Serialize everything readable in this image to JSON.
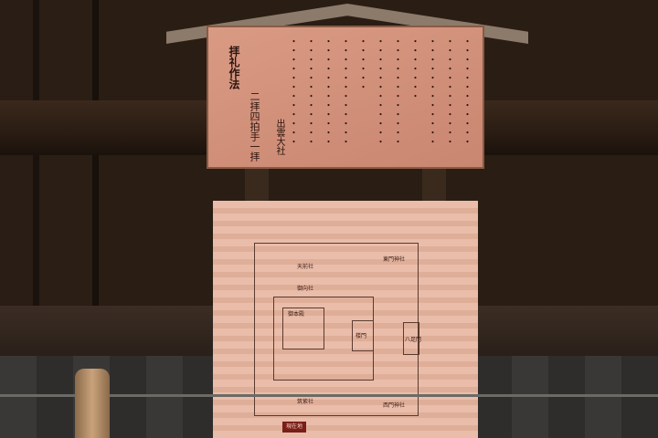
{
  "notice": {
    "title": "拝礼作法",
    "subtitle": "二拝四拍手一拝",
    "organization": "出雲大社",
    "body_columns": [
      "・・・・・・・・・・・・",
      "・・・・・・・・・・・・",
      "・・・・・・・・・・・・",
      "・・・・・・・",
      "・・・・・・・・・・・・",
      "・・・・・・・・・・・・",
      "・・・・・・",
      "・・・・・・・・・・・・",
      "・・・・・・・・・・・・",
      "・・・・・・・・・・・・",
      "・・・・・・・・・・・・"
    ]
  },
  "map": {
    "labels": {
      "honden": "御本殿",
      "romon": "楼門",
      "yatsuashimon": "八足門",
      "east_gate_shrine": "東門神社",
      "west_gate_shrine": "西門神社",
      "shrine_a": "天前社",
      "shrine_b": "御向社",
      "shrine_c": "筑紫社"
    },
    "marker": "現在地"
  }
}
